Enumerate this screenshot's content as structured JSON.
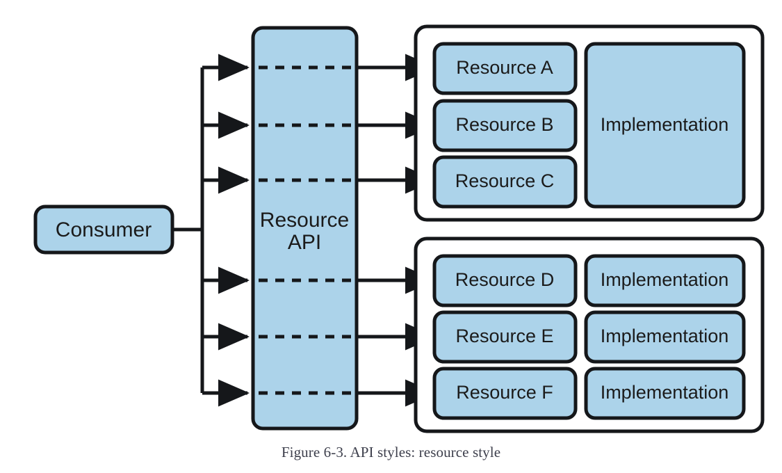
{
  "figure": {
    "caption": "Figure 6-3. API styles: resource style",
    "title": "API styles: resource style"
  },
  "colors": {
    "box_fill": "#ACD3EA",
    "stroke": "#15171a",
    "group_fill": "#ffffff",
    "background": "#ffffff",
    "caption_text": "#3d3f4c"
  },
  "diagram": {
    "type": "block-diagram",
    "consumer": {
      "label": "Consumer"
    },
    "api": {
      "label_line1": "Resource",
      "label_line2": "API",
      "label": "Resource API"
    },
    "groups": [
      {
        "name": "top-service-group",
        "shared_implementation": true,
        "resources": [
          {
            "label": "Resource A"
          },
          {
            "label": "Resource B"
          },
          {
            "label": "Resource C"
          }
        ],
        "implementations": [
          {
            "label": "Implementation"
          }
        ]
      },
      {
        "name": "bottom-service-group",
        "shared_implementation": false,
        "resources": [
          {
            "label": "Resource D"
          },
          {
            "label": "Resource E"
          },
          {
            "label": "Resource F"
          }
        ],
        "implementations": [
          {
            "label": "Implementation"
          },
          {
            "label": "Implementation"
          },
          {
            "label": "Implementation"
          }
        ]
      }
    ],
    "flows": [
      {
        "from": "Consumer",
        "through": "Resource API",
        "to": "Resource A",
        "style": "dashed-through-api"
      },
      {
        "from": "Consumer",
        "through": "Resource API",
        "to": "Resource B",
        "style": "dashed-through-api"
      },
      {
        "from": "Consumer",
        "through": "Resource API",
        "to": "Resource C",
        "style": "dashed-through-api"
      },
      {
        "from": "Consumer",
        "through": "Resource API",
        "to": "Resource D",
        "style": "dashed-through-api"
      },
      {
        "from": "Consumer",
        "through": "Resource API",
        "to": "Resource E",
        "style": "dashed-through-api"
      },
      {
        "from": "Consumer",
        "through": "Resource API",
        "to": "Resource F",
        "style": "dashed-through-api"
      }
    ]
  }
}
